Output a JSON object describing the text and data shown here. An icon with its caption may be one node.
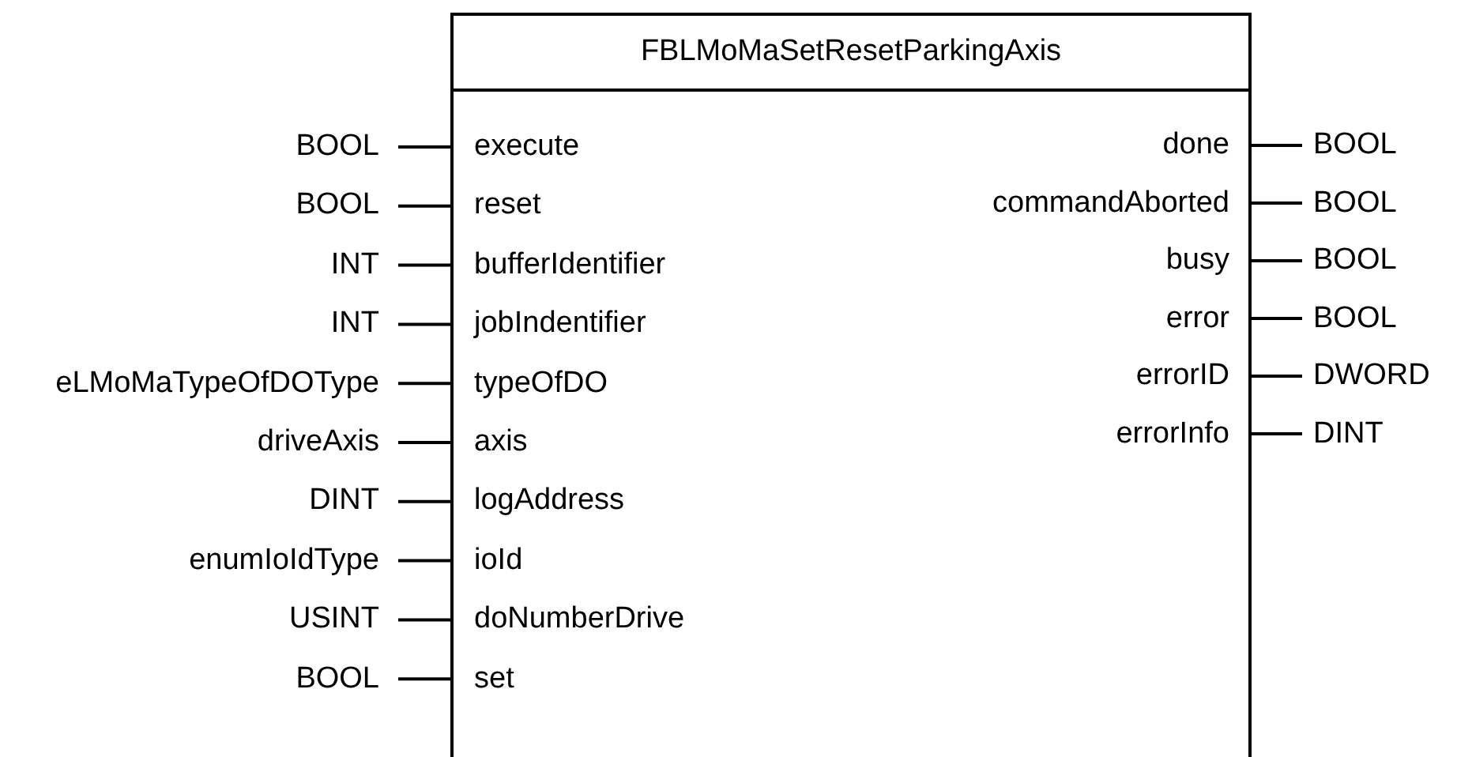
{
  "diagram": {
    "nodes": [
      {
        "text": [
          "FBLMoMaSetResetParkingAxis"
        ]
      },
      {
        "text": [
          "execute"
        ],
        "in": 0
      },
      {
        "text": [
          "reset"
        ],
        "in": 0
      },
      {
        "text": [
          "bufferIdentifier"
        ],
        "in": 0
      },
      {
        "text": [
          "jobIndentifier"
        ],
        "in": 0
      },
      {
        "text": [
          "typeOfDO"
        ],
        "in": 0
      },
      {
        "text": [
          "axis"
        ],
        "in": 0
      },
      {
        "text": [
          "logAddress"
        ],
        "in": 0
      },
      {
        "text": [
          "ioId"
        ],
        "in": 0
      },
      {
        "text": [
          "doNumberDrive"
        ],
        "in": 0
      },
      {
        "text": [
          "set"
        ],
        "in": 0
      },
      {
        "text": [
          "done"
        ],
        "in": 0
      },
      {
        "text": [
          "commandAborted"
        ],
        "in": 0
      },
      {
        "text": [
          "busy"
        ],
        "in": 0
      },
      {
        "text": [
          "error"
        ],
        "in": 0
      },
      {
        "text": [
          "errorID"
        ],
        "in": 0
      },
      {
        "text": [
          "errorInfo"
        ],
        "in": 0
      },
      {
        "text": [
          "BOOL"
        ]
      },
      {
        "text": [
          "BOOL"
        ]
      },
      {
        "text": [
          "INT"
        ]
      },
      {
        "text": [
          "INT"
        ]
      },
      {
        "text": [
          "eLMoMaTypeOfDOType"
        ]
      },
      {
        "text": [
          "driveAxis"
        ]
      },
      {
        "text": [
          "DINT"
        ]
      },
      {
        "text": [
          "enumIoIdType"
        ]
      },
      {
        "text": [
          "USINT"
        ]
      },
      {
        "text": [
          "BOOL"
        ]
      },
      {
        "text": [
          "BOOL"
        ]
      },
      {
        "text": [
          "BOOL"
        ]
      },
      {
        "text": [
          "BOOL"
        ]
      },
      {
        "text": [
          "BOOL"
        ]
      },
      {
        "text": [
          "DWORD"
        ]
      },
      {
        "text": [
          "DINT"
        ]
      }
    ],
    "edges": [
      {
        "from": 17,
        "to": 1,
        "arrow": "none"
      },
      {
        "from": 18,
        "to": 2,
        "arrow": "none"
      },
      {
        "from": 19,
        "to": 3,
        "arrow": "none"
      },
      {
        "from": 20,
        "to": 4,
        "arrow": "none"
      },
      {
        "from": 21,
        "to": 5,
        "arrow": "none"
      },
      {
        "from": 22,
        "to": 6,
        "arrow": "none"
      },
      {
        "from": 23,
        "to": 7,
        "arrow": "none"
      },
      {
        "from": 24,
        "to": 8,
        "arrow": "none"
      },
      {
        "from": 25,
        "to": 9,
        "arrow": "none"
      },
      {
        "from": 26,
        "to": 10,
        "arrow": "none"
      },
      {
        "from": 11,
        "to": 27,
        "arrow": "none"
      },
      {
        "from": 12,
        "to": 28,
        "arrow": "none"
      },
      {
        "from": 13,
        "to": 29,
        "arrow": "none"
      },
      {
        "from": 14,
        "to": 30,
        "arrow": "none"
      },
      {
        "from": 15,
        "to": 31,
        "arrow": "none"
      },
      {
        "from": 16,
        "to": 32,
        "arrow": "none"
      }
    ]
  }
}
